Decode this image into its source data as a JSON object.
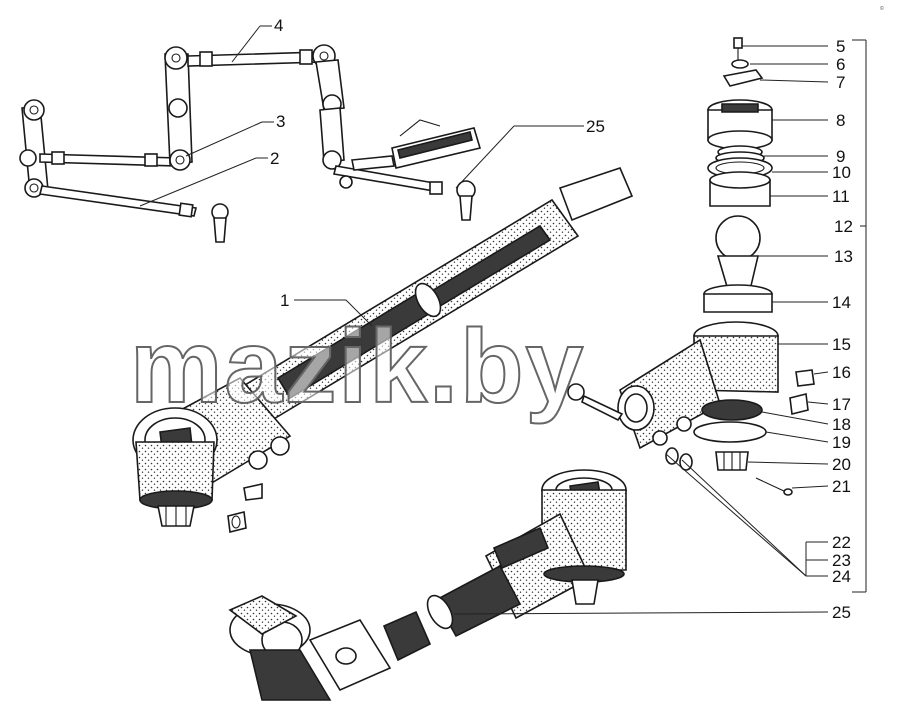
{
  "watermark": "mazik.by",
  "corner_mark": "© ",
  "callouts": [
    "1",
    "2",
    "3",
    "4",
    "5",
    "6",
    "7",
    "8",
    "9",
    "10",
    "11",
    "12",
    "13",
    "14",
    "15",
    "16",
    "17",
    "18",
    "19",
    "20",
    "21",
    "22",
    "23",
    "24",
    "25"
  ],
  "callout_25_bottom": "25",
  "colors": {
    "ink": "#1a1a1a",
    "paper": "#ffffff",
    "watermark_stroke": "#666666"
  }
}
